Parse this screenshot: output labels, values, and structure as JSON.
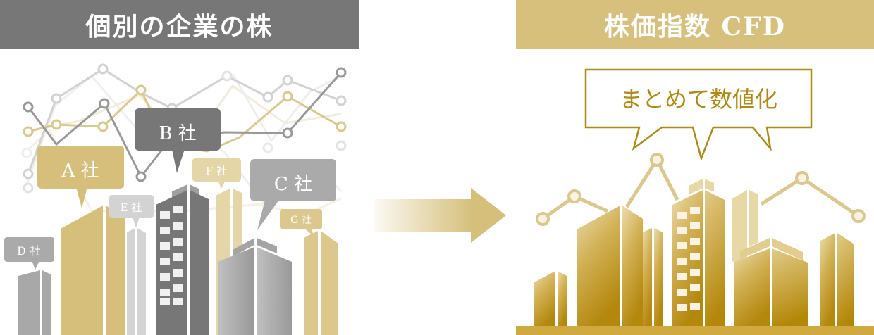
{
  "left_panel": {
    "title": "個別の企業の株",
    "header_color": "#777777",
    "companies": [
      {
        "label": "A 社",
        "color": "#d5bf7a"
      },
      {
        "label": "B 社",
        "color": "#777777"
      },
      {
        "label": "C 社",
        "color": "#aaaaaa"
      },
      {
        "label": "D 社",
        "color": "#aaaaaa"
      },
      {
        "label": "E 社",
        "color": "#d3d3d3"
      },
      {
        "label": "F 社",
        "color": "#e5d6a8"
      },
      {
        "label": "G 社",
        "color": "#dcc88d"
      }
    ]
  },
  "arrow": {
    "icon": "right-arrow-icon",
    "color": "#d5bf7a"
  },
  "right_panel": {
    "title": "株価指数 CFD",
    "header_color": "#d6c07b",
    "callout": "まとめて数値化",
    "callout_color": "#b08a13",
    "ground_color": "#d0aa3e"
  }
}
